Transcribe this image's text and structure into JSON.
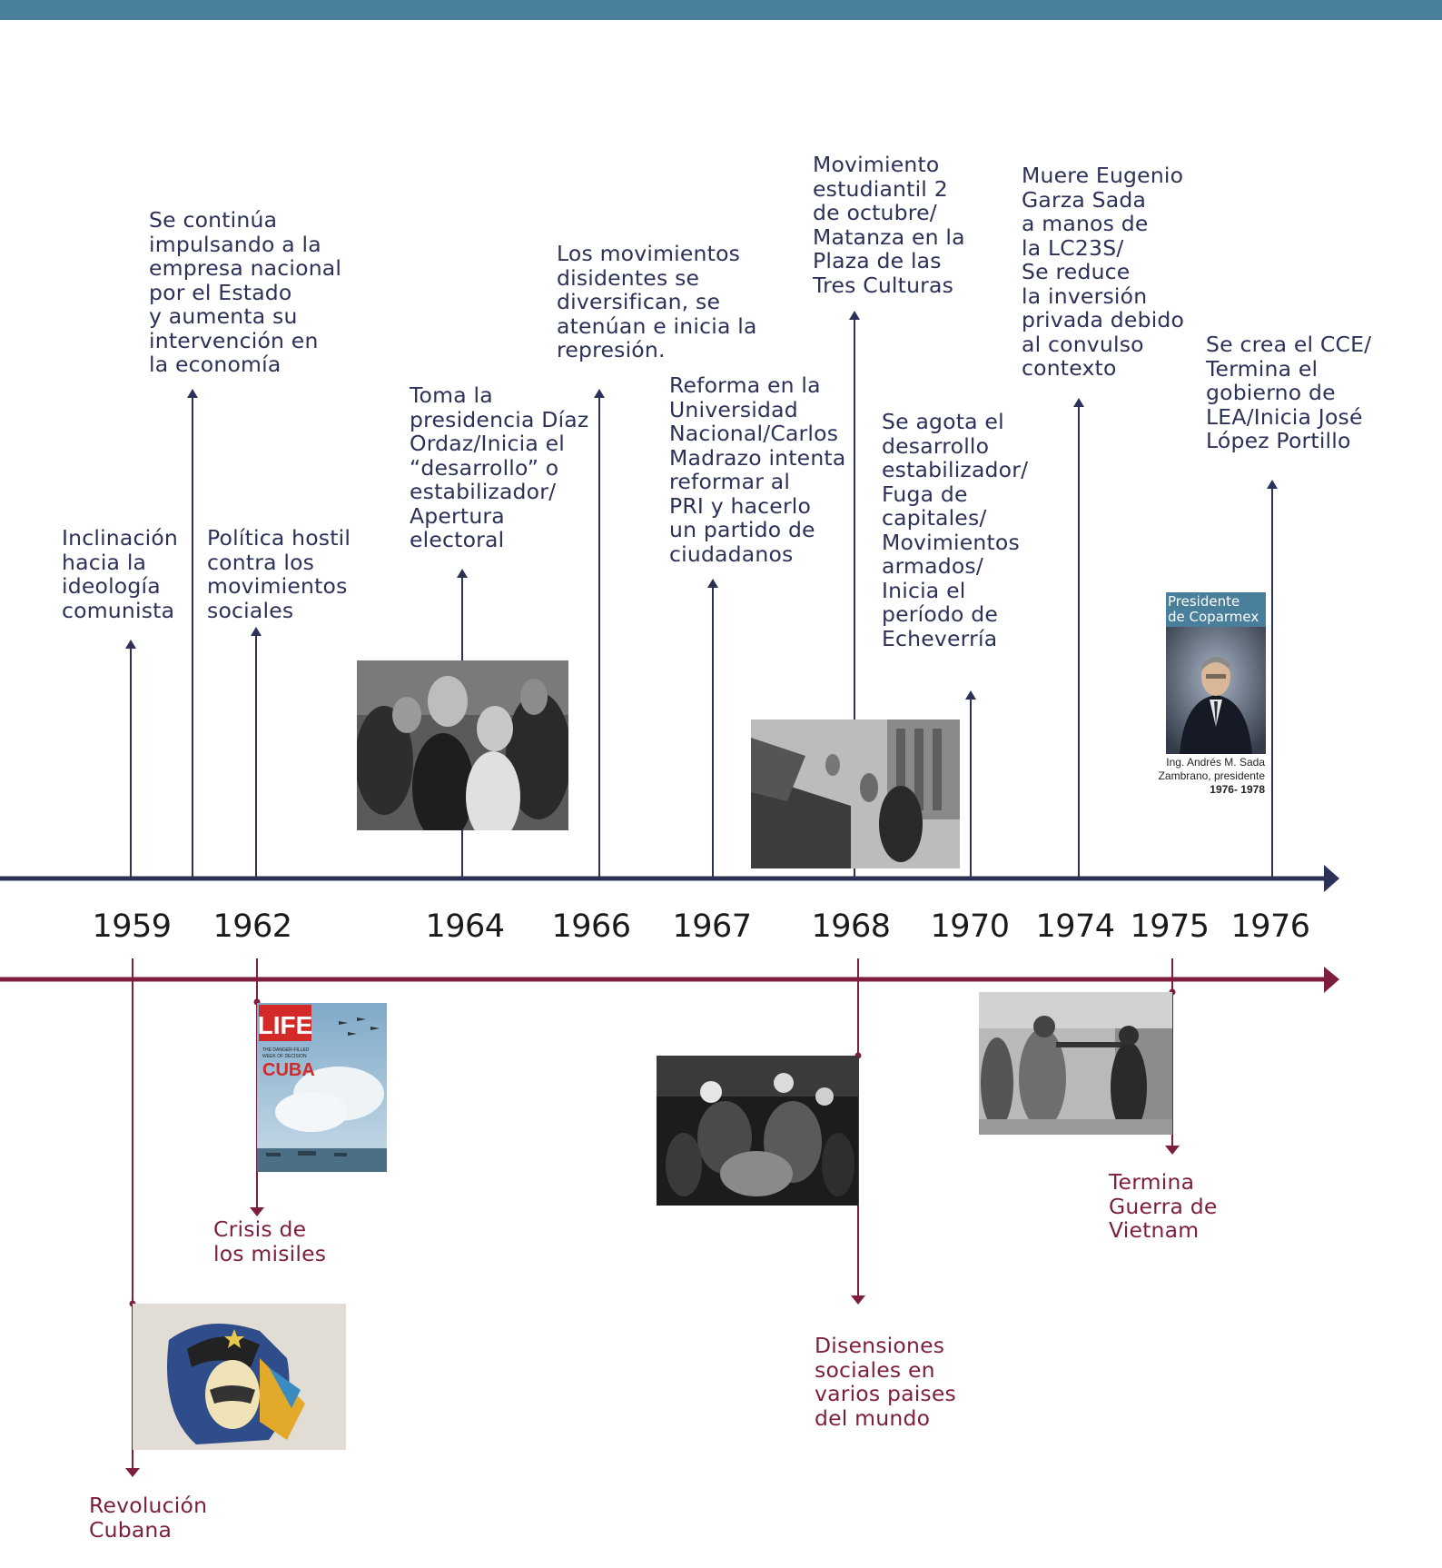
{
  "years": [
    "1959",
    "1962",
    "1964",
    "1966",
    "1967",
    "1968",
    "1970",
    "1974",
    "1975",
    "1976"
  ],
  "mexico_events": {
    "e1959": "Inclinación\nhacia la\nideología\ncomunista",
    "e1960": "Se continúa\nimpulsando a la\nempresa nacional\npor el Estado\ny aumenta su\nintervención en\nla economía",
    "e1962": "Política hostil\ncontra los\nmovimientos\nsociales",
    "e1964": "Toma la\npresidencia Díaz\nOrdaz/Inicia el\n“desarrollo” o\nestabilizador/\nApertura\nelectoral",
    "e1966": "Los movimientos\ndisidentes se\ndiversifican, se\natenúan e inicia la\nrepresión.",
    "e1967": "Reforma en la\nUniversidad\nNacional/Carlos\nMadrazo intenta\nreformar al\nPRI y hacerlo\nun partido de\nciudadanos",
    "e1968": "Movimiento\nestudiantil 2\nde octubre/\nMatanza en la\nPlaza de las\nTres Culturas",
    "e1970": "Se agota el\ndesarrollo\nestabilizador/\nFuga de\ncapitales/\nMovimientos\narmados/\nInicia el\nperíodo de\nEcheverría",
    "e1974": "Muere Eugenio\nGarza Sada\na manos de\nla LC23S/\nSe reduce\nla inversión\nprivada debido\nal convulso\ncontexto",
    "e1976": "Se crea el CCE/\nTermina el\ngobierno de\nLEA/Inicia José\nLópez Portillo"
  },
  "world_events": {
    "w1959": "Revolución\nCubana",
    "w1962": "Crisis de\nlos misiles",
    "w1968": "Disensiones\nsociales en\nvarios paises\ndel mundo",
    "w1975": "Termina\nGuerra de\nVietnam"
  },
  "coparmex": {
    "title": "Presidente\nde Coparmex",
    "caption_line1": "Ing. Andrés M. Sada",
    "caption_line2": "Zambrano, presidente",
    "caption_years": "1976- 1978"
  },
  "life_cover": {
    "masthead": "LIFE",
    "subtitle1": "THE DANGER-FILLED",
    "subtitle2": "WEEK OF DECISION",
    "headline": "CUBA"
  },
  "colors": {
    "mexico_line": "#2c3157",
    "world_line": "#7d1e3d",
    "top_bar": "#4a7f9b"
  }
}
